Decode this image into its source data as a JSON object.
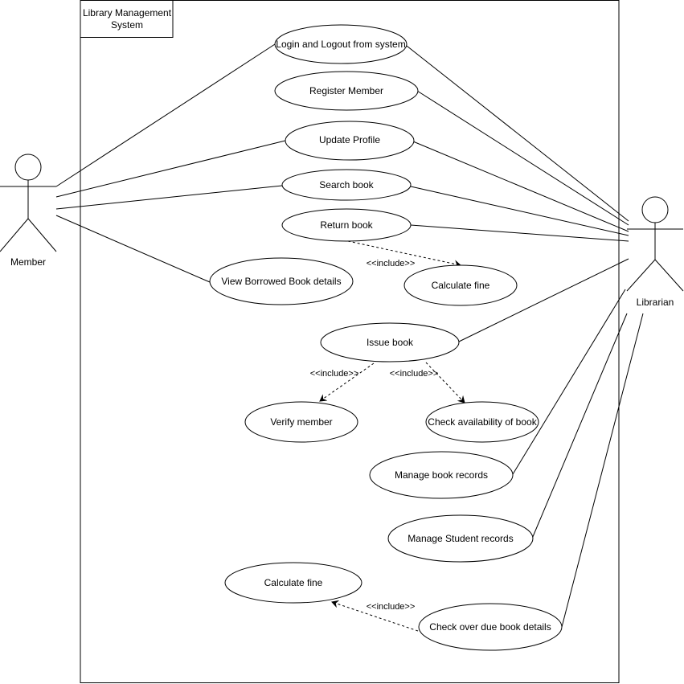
{
  "system": {
    "title_line1": "Library Management",
    "title_line2": "System"
  },
  "actors": {
    "member": "Member",
    "librarian": "Librarian"
  },
  "use_cases": {
    "login": "Login and Logout from system",
    "register": "Register Member",
    "update_profile": "Update Profile",
    "search_book": "Search book",
    "return_book": "Return book",
    "calculate_fine_1": "Calculate fine",
    "view_borrowed": "View Borrowed Book details",
    "issue_book": "Issue book",
    "verify_member": "Verify member",
    "check_availability": "Check availability of book",
    "manage_book_records": "Manage book records",
    "manage_student_records": "Manage Student records",
    "calculate_fine_2": "Calculate fine",
    "check_overdue": "Check over due book details"
  },
  "relations": {
    "include_label": "<<include>>"
  }
}
